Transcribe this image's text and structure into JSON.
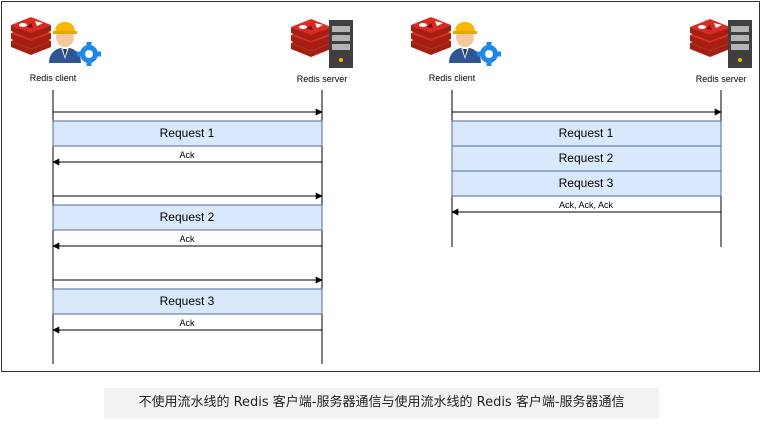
{
  "left": {
    "client_label": "Redis client",
    "server_label": "Redis server",
    "exchanges": [
      {
        "request": "Request 1",
        "ack": "Ack"
      },
      {
        "request": "Request 2",
        "ack": "Ack"
      },
      {
        "request": "Request 3",
        "ack": "Ack"
      }
    ]
  },
  "right": {
    "client_label": "Redis client",
    "server_label": "Redis server",
    "requests": [
      "Request 1",
      "Request 2",
      "Request 3"
    ],
    "ack": "Ack, Ack, Ack"
  },
  "caption": "不使用流水线的 Redis 客户端-服务器通信与使用流水线的 Redis 客户端-服务器通信",
  "colors": {
    "request_fill": "#dae8fc",
    "request_stroke": "#4a6c9b",
    "line": "#000000",
    "redis_red": "#d82c20",
    "server_body": "#4d4d4d"
  },
  "icons": [
    "redis-logo-icon",
    "worker-icon",
    "gear-icon",
    "server-icon"
  ]
}
